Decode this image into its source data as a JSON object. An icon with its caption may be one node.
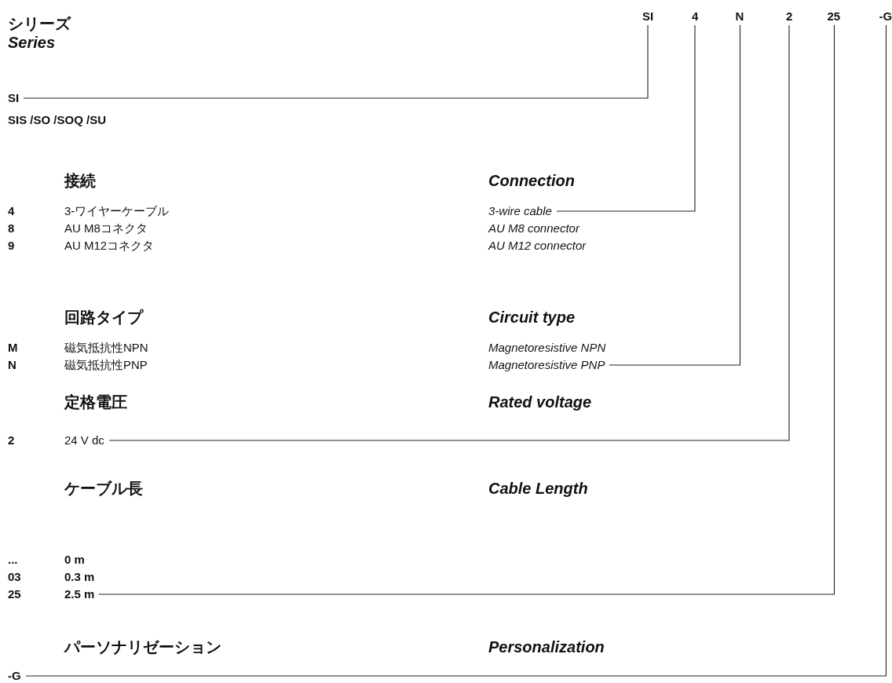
{
  "diagram": {
    "nodes": [
      {
        "text": [
          "SI"
        ]
      },
      {
        "text": [
          "4"
        ]
      },
      {
        "text": [
          "N"
        ]
      },
      {
        "text": [
          "2"
        ]
      },
      {
        "text": [
          "25"
        ]
      },
      {
        "text": [
          "-G"
        ]
      },
      {
        "text": [
          "SI"
        ]
      },
      {
        "text": [
          "3-wire cable"
        ]
      },
      {
        "text": [
          "Magnetoresistive PNP"
        ]
      },
      {
        "text": [
          "24 V dc"
        ]
      },
      {
        "text": [
          "2.5 m"
        ]
      },
      {
        "text": [
          "-G"
        ]
      }
    ],
    "edges": [
      {
        "from": 6,
        "to": 0,
        "arrow": "none"
      },
      {
        "from": 7,
        "to": 1,
        "arrow": "none"
      },
      {
        "from": 8,
        "to": 2,
        "arrow": "none"
      },
      {
        "from": 9,
        "to": 3,
        "arrow": "none"
      },
      {
        "from": 10,
        "to": 4,
        "arrow": "none"
      },
      {
        "from": 11,
        "to": 5,
        "arrow": "none"
      }
    ],
    "labels": [
      "シリーズ",
      "Series",
      "SIS /SO /SOQ /SU",
      "接続",
      "Connection",
      "4",
      "3-ワイヤーケーブル",
      "8",
      "AU M8コネクタ",
      "AU M8 connector",
      "9",
      "AU M12コネクタ",
      "AU M12 connector",
      "回路タイプ",
      "Circuit type",
      "M",
      "磁気抵抗性NPN",
      "Magnetoresistive NPN",
      "N",
      "磁気抵抗性PNP",
      "定格電圧",
      "Rated voltage",
      "2",
      "ケーブル長",
      "Cable Length",
      "...",
      "0 m",
      "03",
      "0.3 m",
      "25",
      "パーソナリゼーション",
      "Personalization"
    ]
  }
}
